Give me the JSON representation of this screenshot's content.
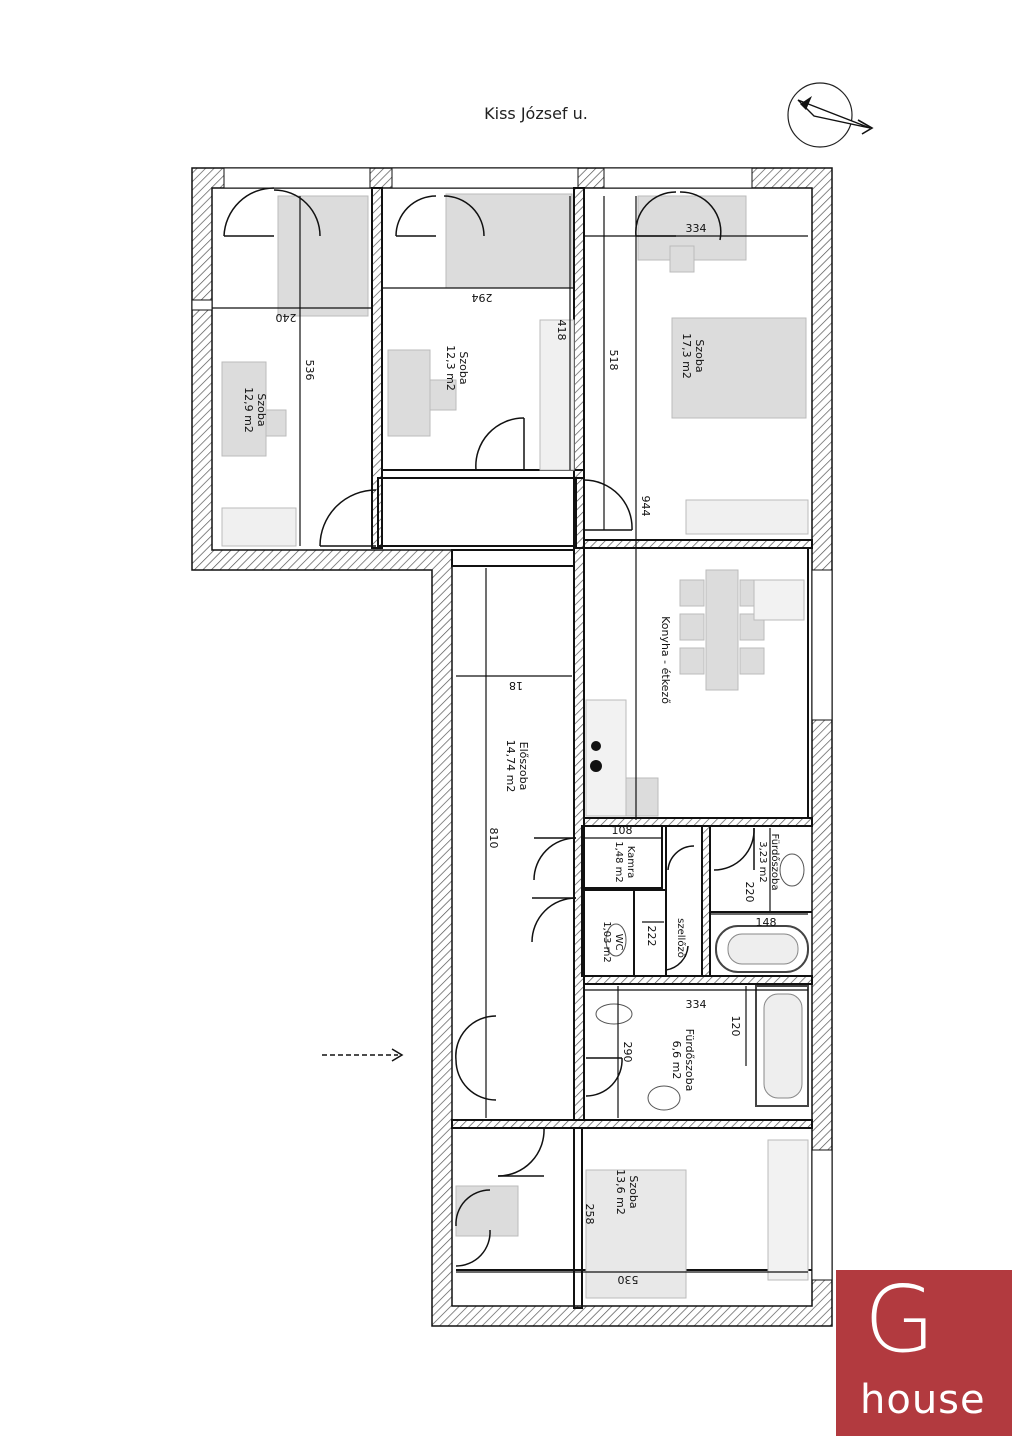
{
  "street_name": "Kiss József u.",
  "rooms": [
    {
      "name": "Szoba",
      "area": "12,9 m2"
    },
    {
      "name": "Szoba",
      "area": "12,3 m2"
    },
    {
      "name": "Szoba",
      "area": "17,3 m2"
    },
    {
      "name": "Konyha - étkező",
      "area": ""
    },
    {
      "name": "Előszoba",
      "area": "14,74 m2"
    },
    {
      "name": "Kamra",
      "area": "1,48 m2"
    },
    {
      "name": "WC",
      "area": "1,03 m2"
    },
    {
      "name": "Fürdőszoba",
      "area": "3,23 m2"
    },
    {
      "name": "Fürdőszoba",
      "area": "6,6 m2"
    },
    {
      "name": "Szoba",
      "area": "13,6 m2"
    }
  ],
  "dimensions": [
    "240",
    "536",
    "294",
    "418",
    "334",
    "518",
    "944",
    "18",
    "810",
    "108",
    "220",
    "148",
    "222",
    "334",
    "120",
    "290",
    "258",
    "530"
  ],
  "labels": {
    "szellozo": "szellőző"
  },
  "logo": {
    "letter": "G",
    "word": "house",
    "color": "#b23a3f"
  }
}
